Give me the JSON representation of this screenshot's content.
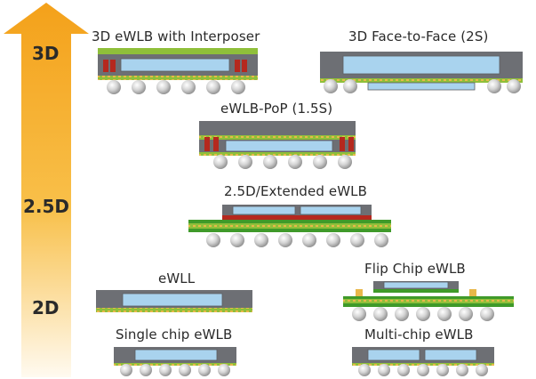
{
  "levels": {
    "l3d": "3D",
    "l25d": "2.5D",
    "l2d": "2D"
  },
  "packages": {
    "ewlb_interposer": "3D eWLB with Interposer",
    "face_to_face": "3D Face-to-Face (2S)",
    "ewlb_pop": "eWLB-PoP (1.5S)",
    "extended_ewlb": "2.5D/Extended eWLB",
    "ewll": "eWLL",
    "flip_chip": "Flip Chip eWLB",
    "single_chip": "Single chip eWLB",
    "multi_chip": "Multi-chip eWLB"
  },
  "colors": {
    "arrow_top": "#f3a21a",
    "arrow_bottom": "#fff7e6",
    "mold": "#6d6f74",
    "die": "#a9d3ee",
    "rdl": "#8fbf3a",
    "pad": "#e8b84a",
    "via": "#b5281e",
    "board": "#3f9a2a",
    "ball": "#c3c3c3"
  }
}
